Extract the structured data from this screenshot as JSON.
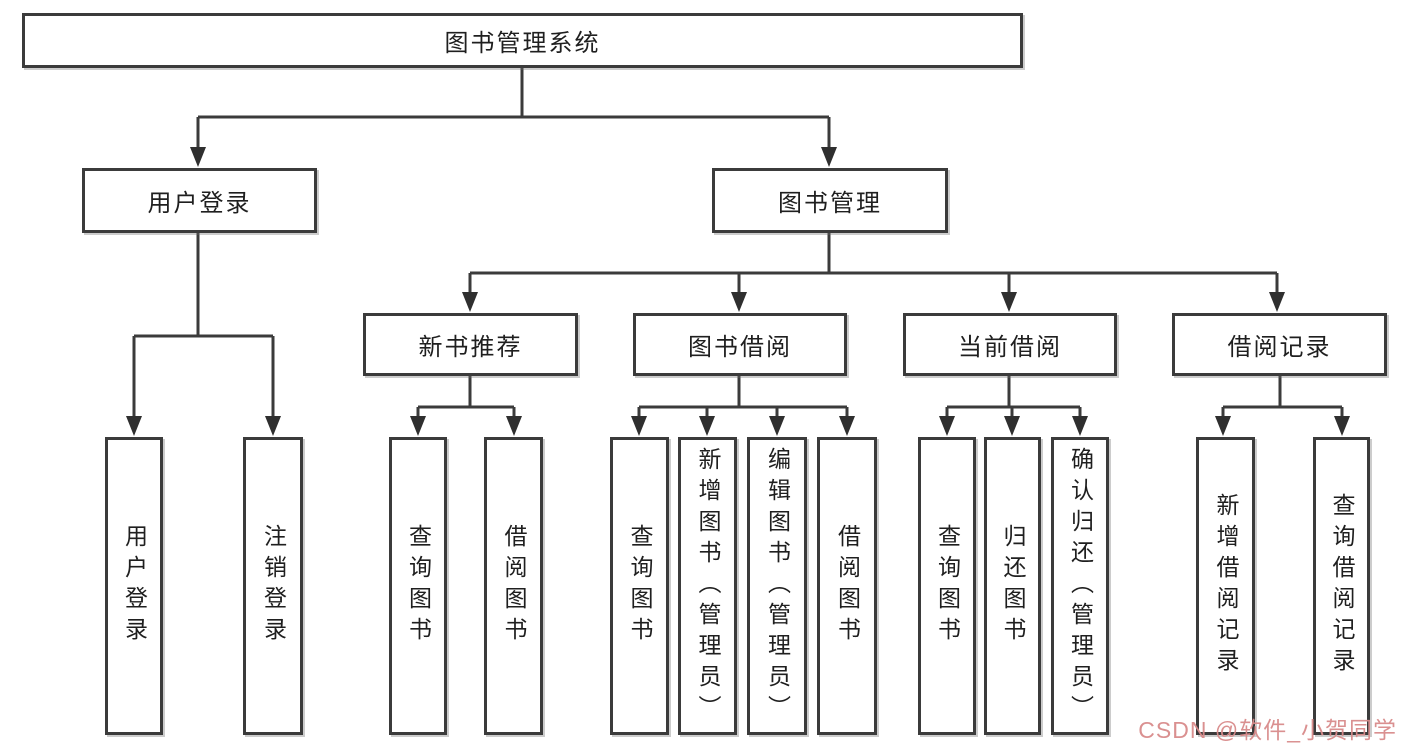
{
  "tree": {
    "root": {
      "label": "图书管理系统"
    },
    "branches": [
      {
        "label": "用户登录",
        "children": [
          {
            "label": "用户登录"
          },
          {
            "label": "注销登录"
          }
        ]
      },
      {
        "label": "图书管理",
        "groups": [
          {
            "label": "新书推荐",
            "children": [
              {
                "label": "查询图书"
              },
              {
                "label": "借阅图书"
              }
            ]
          },
          {
            "label": "图书借阅",
            "children": [
              {
                "label": "查询图书"
              },
              {
                "label": "新增图书（管理员）"
              },
              {
                "label": "编辑图书（管理员）"
              },
              {
                "label": "借阅图书"
              }
            ]
          },
          {
            "label": "当前借阅",
            "children": [
              {
                "label": "查询图书"
              },
              {
                "label": "归还图书"
              },
              {
                "label": "确认归还（管理员）"
              }
            ]
          },
          {
            "label": "借阅记录",
            "children": [
              {
                "label": "新增借阅记录"
              },
              {
                "label": "查询借阅记录"
              }
            ]
          }
        ]
      }
    ]
  },
  "watermark": {
    "text": "CSDN @软件_小贺同学"
  },
  "colors": {
    "line": "#3b3b3b",
    "arrow": "#2f2f2f",
    "border": "#3b3b3b",
    "watermark_pink": "#d88a8a"
  }
}
